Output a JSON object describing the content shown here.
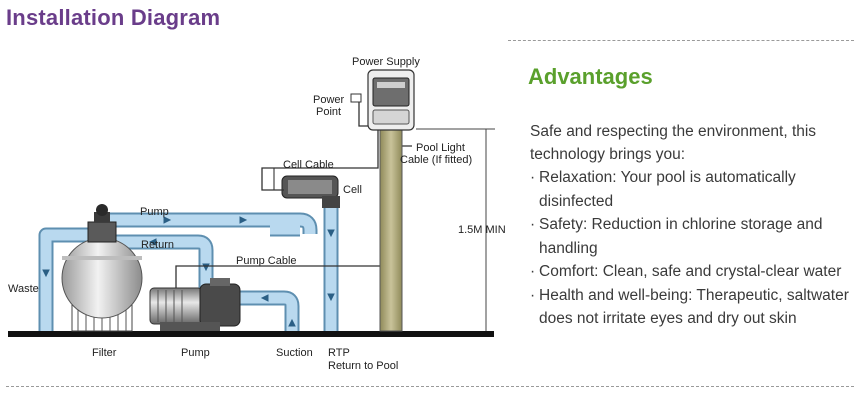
{
  "title": "Installation Diagram",
  "advantages": {
    "title": "Advantages",
    "intro": "Safe and respecting the environment, this technology brings you:",
    "items": [
      "Relaxation: Your pool is automatically disinfected",
      "Safety: Reduction in chlorine storage and handling",
      "Comfort: Clean, safe and crystal-clear water",
      "Health and well-being: Therapeutic, saltwater does not irritate eyes and dry out skin"
    ]
  },
  "diagram": {
    "labels": {
      "power_supply": "Power Supply",
      "power_point_1": "Power",
      "power_point_2": "Point",
      "pool_light_1": "Pool Light",
      "pool_light_2": "Cable (If fitted)",
      "cell_cable": "Cell Cable",
      "cell": "Cell",
      "pump_top": "Pump",
      "return_top": "Return",
      "height": "1.5M MIN",
      "pump_cable": "Pump Cable",
      "waste": "Waste",
      "filter": "Filter",
      "pump_bottom": "Pump",
      "suction": "Suction",
      "rtp": "RTP",
      "return_to_pool": "Return to Pool"
    }
  },
  "colors": {
    "pipe": "#b9d9ef",
    "pipe_edge": "#5e8fb0",
    "title": "#6a3d8a",
    "advantages": "#5aa02c",
    "text": "#3a3a3a"
  }
}
